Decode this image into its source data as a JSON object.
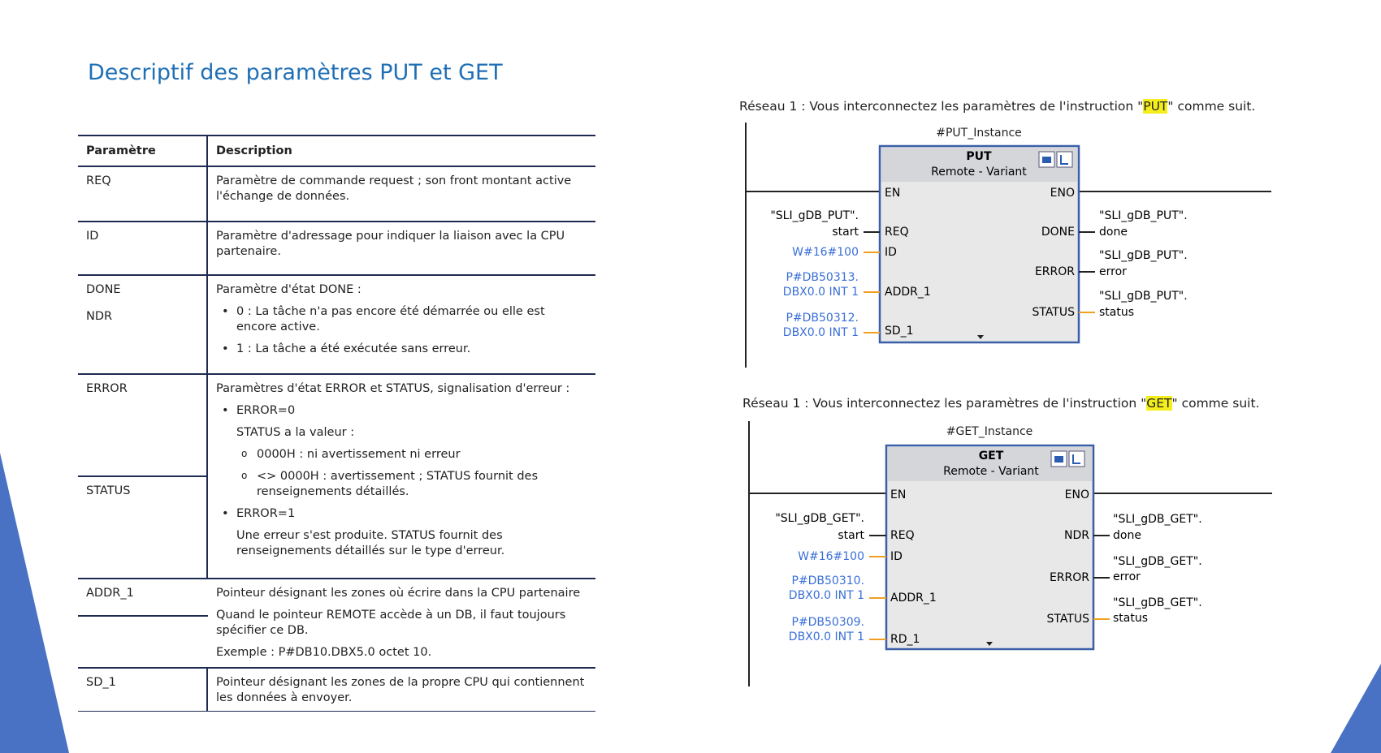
{
  "title": "Descriptif des paramètres PUT et GET",
  "table": {
    "headers": [
      "Paramètre",
      "Description"
    ],
    "rows": {
      "req": {
        "param": "REQ",
        "desc": "Paramètre de commande request ; son front montant active l'échange de données."
      },
      "id": {
        "param": "ID",
        "desc": "Paramètre d'adressage pour indiquer la liaison avec la CPU partenaire."
      },
      "done": {
        "param": "DONE",
        "param2": "NDR",
        "desc": "Paramètre d'état DONE :",
        "bullet1": "0 : La tâche n'a pas encore été démarrée ou elle est encore active.",
        "bullet2": "1 : La tâche a été exécutée sans erreur."
      },
      "error": {
        "param": "ERROR",
        "param2": "STATUS",
        "desc": "Paramètres d'état ERROR et STATUS, signalisation d'erreur :",
        "bullet1": "ERROR=0",
        "sub1": "STATUS a la valeur :",
        "subbul1": "0000H : ni avertissement ni erreur",
        "subbul2": "<> 0000H : avertissement ; STATUS fournit des renseignements détaillés.",
        "bullet2": "ERROR=1",
        "sub2": "Une erreur s'est produite. STATUS fournit des renseignements détaillés sur le type d'erreur."
      },
      "addr": {
        "param": "ADDR_1",
        "desc1": "Pointeur désignant les zones où écrire dans la CPU partenaire",
        "desc2": "Quand le pointeur REMOTE accède à un DB, il faut toujours spécifier ce DB.",
        "desc3": "Exemple : P#DB10.DBX5.0 octet 10."
      },
      "sd": {
        "param": "SD_1",
        "desc": "Pointeur désignant les zones de la propre CPU qui contiennent les données à envoyer."
      }
    }
  },
  "put": {
    "network_pre": "Réseau 1 : Vous interconnectez les paramètres de l'instruction \"",
    "network_kw": "PUT",
    "network_post": "\" comme suit.",
    "instance": "#PUT_Instance",
    "block_name": "PUT",
    "block_sub": "Remote  -  Variant",
    "pins_in": [
      "EN",
      "REQ",
      "ID",
      "ADDR_1",
      "SD_1"
    ],
    "pins_out": [
      "ENO",
      "DONE",
      "ERROR",
      "STATUS"
    ],
    "req_tag1": "\"SLI_gDB_PUT\".",
    "req_tag2": "start",
    "id_val": "W#16#100",
    "addr_val1": "P#DB50313.",
    "addr_val2": "DBX0.0 INT 1",
    "sd_val1": "P#DB50312.",
    "sd_val2": "DBX0.0 INT 1",
    "out_tag": "\"SLI_gDB_PUT\".",
    "out_done": "done",
    "out_error": "error",
    "out_status": "status"
  },
  "get": {
    "network_pre": "Réseau 1 : Vous interconnectez les paramètres de l'instruction \"",
    "network_kw": "GET",
    "network_post": "\" comme suit.",
    "instance": "#GET_Instance",
    "block_name": "GET",
    "block_sub": "Remote  -  Variant",
    "pins_in": [
      "EN",
      "REQ",
      "ID",
      "ADDR_1",
      "RD_1"
    ],
    "pins_out": [
      "ENO",
      "NDR",
      "ERROR",
      "STATUS"
    ],
    "req_tag1": "\"SLI_gDB_GET\".",
    "req_tag2": "start",
    "id_val": "W#16#100",
    "addr_val1": "P#DB50310.",
    "addr_val2": "DBX0.0 INT 1",
    "rd_val1": "P#DB50309.",
    "rd_val2": "DBX0.0 INT 1",
    "out_tag": "\"SLI_gDB_GET\".",
    "out_ndr": "done",
    "out_error": "error",
    "out_status": "status"
  },
  "colors": {
    "title": "#1f6fb5",
    "wire_orange": "#f0a020",
    "constant_blue": "#3a6fd8",
    "block_border": "#3a5fa8",
    "block_fill": "#e8e8e8",
    "highlight": "#f4ee1c",
    "decoration": "#4a72c4"
  }
}
